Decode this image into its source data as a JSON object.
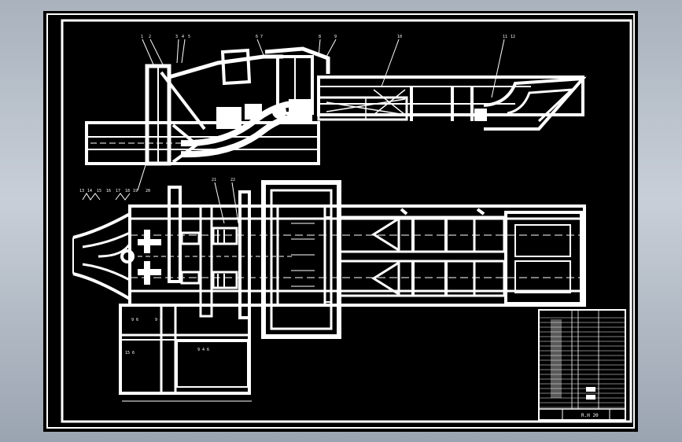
{
  "drawing": {
    "elevation_callouts": [
      "1",
      "2",
      "3",
      "4",
      "5",
      "6",
      "7",
      "8",
      "9",
      "10",
      "11",
      "12"
    ],
    "plan_callouts": [
      "13",
      "14",
      "15",
      "16",
      "17",
      "18",
      "19",
      "20",
      "21",
      "22"
    ],
    "room_labels": [
      "9 6",
      "9 6",
      "15 6",
      "9 4 6"
    ],
    "title_block": {
      "title": "R.H 20"
    }
  }
}
